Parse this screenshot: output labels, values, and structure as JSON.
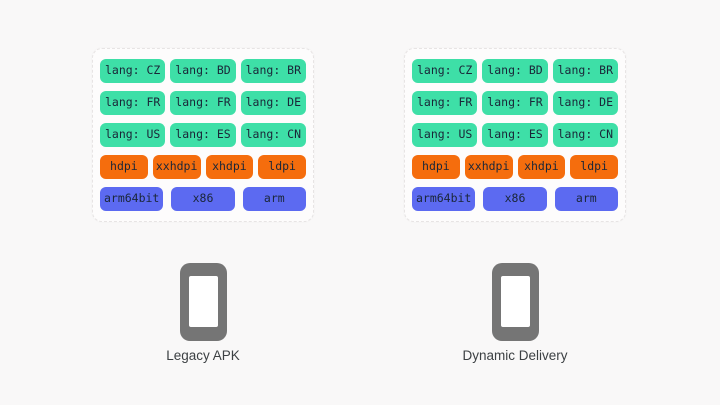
{
  "colors": {
    "background": "#f9f8f8",
    "panel": "#fdfcfc",
    "lang_chip": "#3edfa7",
    "dpi_chip": "#f56d0d",
    "abi_chip": "#5c6af1",
    "chip_text": "#1a2638",
    "device": "#757575"
  },
  "panels": [
    {
      "label": "Legacy APK",
      "rows": [
        {
          "type": "lang",
          "chips": [
            "lang: CZ",
            "lang: BD",
            "lang: BR"
          ]
        },
        {
          "type": "lang",
          "chips": [
            "lang: FR",
            "lang: FR",
            "lang: DE"
          ]
        },
        {
          "type": "lang",
          "chips": [
            "lang: US",
            "lang: ES",
            "lang: CN"
          ]
        },
        {
          "type": "dpi",
          "chips": [
            "hdpi",
            "xxhdpi",
            "xhdpi",
            "ldpi"
          ]
        },
        {
          "type": "abi",
          "chips": [
            "arm64bit",
            "x86",
            "arm"
          ]
        }
      ]
    },
    {
      "label": "Dynamic Delivery",
      "rows": [
        {
          "type": "lang",
          "chips": [
            "lang: CZ",
            "lang: BD",
            "lang: BR"
          ]
        },
        {
          "type": "lang",
          "chips": [
            "lang: FR",
            "lang: FR",
            "lang: DE"
          ]
        },
        {
          "type": "lang",
          "chips": [
            "lang: US",
            "lang: ES",
            "lang: CN"
          ]
        },
        {
          "type": "dpi",
          "chips": [
            "hdpi",
            "xxhdpi",
            "xhdpi",
            "ldpi"
          ]
        },
        {
          "type": "abi",
          "chips": [
            "arm64bit",
            "x86",
            "arm"
          ]
        }
      ]
    }
  ]
}
